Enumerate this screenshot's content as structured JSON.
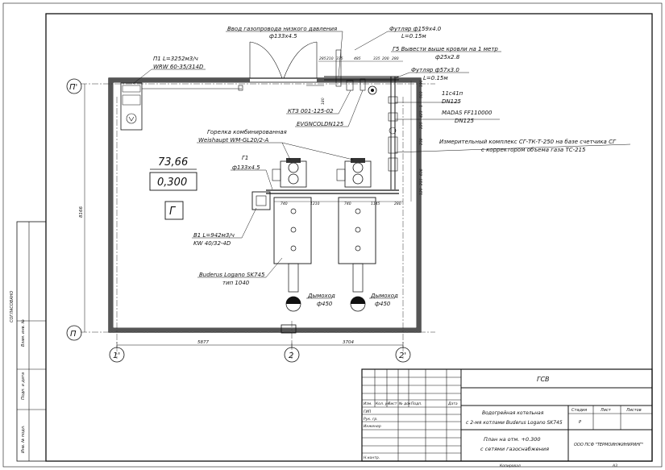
{
  "labels": {
    "gas_input": "Ввод газопровода низкого давления",
    "gas_input_d": "ф133х4.5",
    "sleeve1": "Футляр ф159х4.0",
    "sleeve1_l": "L=0.15м",
    "vent": "Г5 Вывести выше кровли на 1 метр",
    "vent_d": "ф25х2.8",
    "sleeve2": "Футляр ф57х3.0",
    "sleeve2_l": "L=0.15м",
    "valve1": "11с41п",
    "valve1_dn": "DN125",
    "valve2": "MADAS FF110000",
    "valve2_dn": "DN125",
    "meter": "Измерительный комплекс СГ-ТК-Т-250 на базе счетчика СГ",
    "meter2": "с корректором объема газа ТС-215",
    "p1": "П1 L=3252м3/ч",
    "p1_model": "WRW 60-35/314D",
    "burner": "Горелка комбинированная",
    "burner_model": "Weishaupt WM-GL20/2-A",
    "g1": "Г1",
    "g1_d": "ф133х4.5",
    "kt3": "КТЗ 001-125-02",
    "evg": "EVGNCOLDN125",
    "area": "73,66",
    "level": "0,300",
    "room_code": "Г",
    "b1": "В1 L=942м3/ч",
    "b1_model": "KW 40/32-4D",
    "boiler": "Buderus Logano SK745",
    "boiler_type": "тип 1040",
    "chimney1": "Дымоход",
    "chimney1_d": "ф450",
    "chimney2": "Дымоход",
    "chimney2_d": "ф450"
  },
  "axes": {
    "p_top": "П'",
    "p_bottom": "П",
    "a1": "1'",
    "a2": "2",
    "a3": "2'"
  },
  "dims": {
    "bottom1": "5877",
    "bottom2": "3704",
    "left": "8166",
    "inner": [
      "740",
      "1210",
      "740",
      "1145",
      "280"
    ],
    "top": [
      "285",
      "210",
      "375",
      "485",
      "335",
      "200",
      "280"
    ],
    "right": [
      "190",
      "503",
      "1",
      "423",
      "225",
      "238",
      "636",
      "215",
      "120"
    ],
    "v180": "180"
  },
  "stamp": {
    "code": "ГСВ",
    "h_izm": "Изм.",
    "h_kol": "Кол. уч",
    "h_list": "Лист",
    "h_doc": "№ док",
    "h_podp": "Подп.",
    "h_data": "Дата",
    "gip": "ГИП",
    "ruk": "Рук. гр.",
    "eng": "Инженер",
    "nkontr": "Н.контр.",
    "title1": "Водогрейная котельная",
    "title2": "с 2-мя котлами Buderus Logano SK745",
    "stage_h": "Стадия",
    "sheet_h": "Лист",
    "sheets_h": "Листов",
    "stage": "Р",
    "plan1": "План на отм. +0.300",
    "plan2": "с сетями газоснабжения",
    "org": "ООО ПСФ \"ТЕРМОИНЖИНИРИНГ\"",
    "copied": "Копировал",
    "format": "А3"
  },
  "side": {
    "s1": "Взам. инв. №",
    "s2": "Подп. и дата",
    "s3": "Инв. № подл.",
    "agreed": "СОГЛАСОВАНО"
  }
}
